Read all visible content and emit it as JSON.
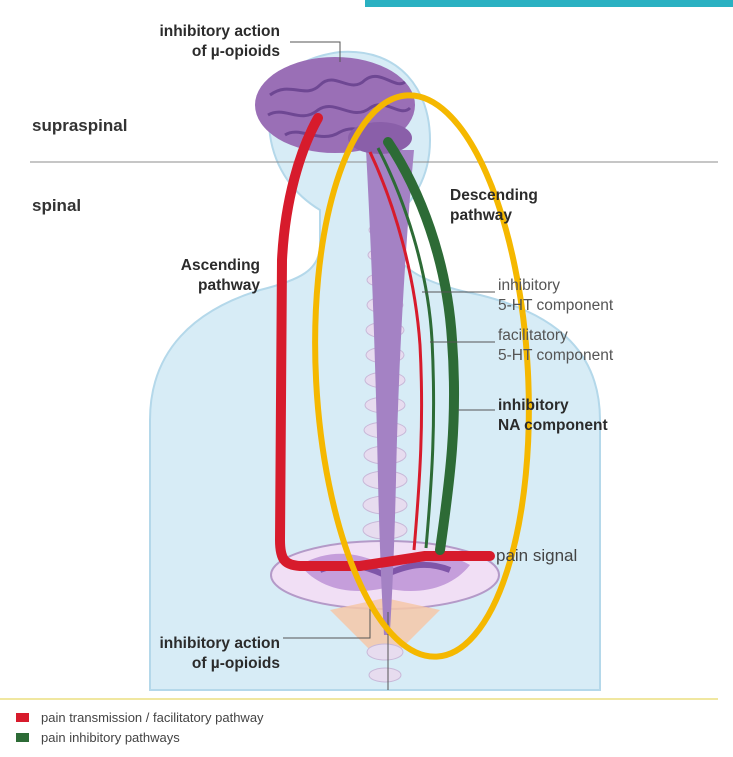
{
  "labels": {
    "top_opioid_line1": "inhibitory action",
    "top_opioid_line2": "of µ-opioids",
    "supraspinal": "supraspinal",
    "spinal": "spinal",
    "ascending_line1": "Ascending",
    "ascending_line2": "pathway",
    "descending_line1": "Descending",
    "descending_line2": "pathway",
    "inhib_5ht_line1": "inhibitory",
    "inhib_5ht_line2": "5-HT component",
    "facil_5ht_line1": "facilitatory",
    "facil_5ht_line2": "5-HT component",
    "inhib_na_line1": "inhibitory",
    "inhib_na_line2": "NA component",
    "pain_signal": "pain signal",
    "bottom_opioid_line1": "inhibitory action",
    "bottom_opioid_line2": "of µ-opioids"
  },
  "legend": [
    {
      "label": "pain transmission / facilitatory pathway",
      "color": "#d71b2c"
    },
    {
      "label": "pain inhibitory pathways",
      "color": "#2d6b36"
    }
  ],
  "colors": {
    "body": "#d7ecf6",
    "body_edge": "#b4d8ea",
    "brain": "#9a6fb6",
    "spine": "#a482c4",
    "red": "#d71b2c",
    "green": "#2d6b36",
    "highlight": "#f5b800",
    "divider": "#8c8c8c",
    "footer_rule": "#f0e7a0",
    "top_accent": "#2ab1c2"
  }
}
